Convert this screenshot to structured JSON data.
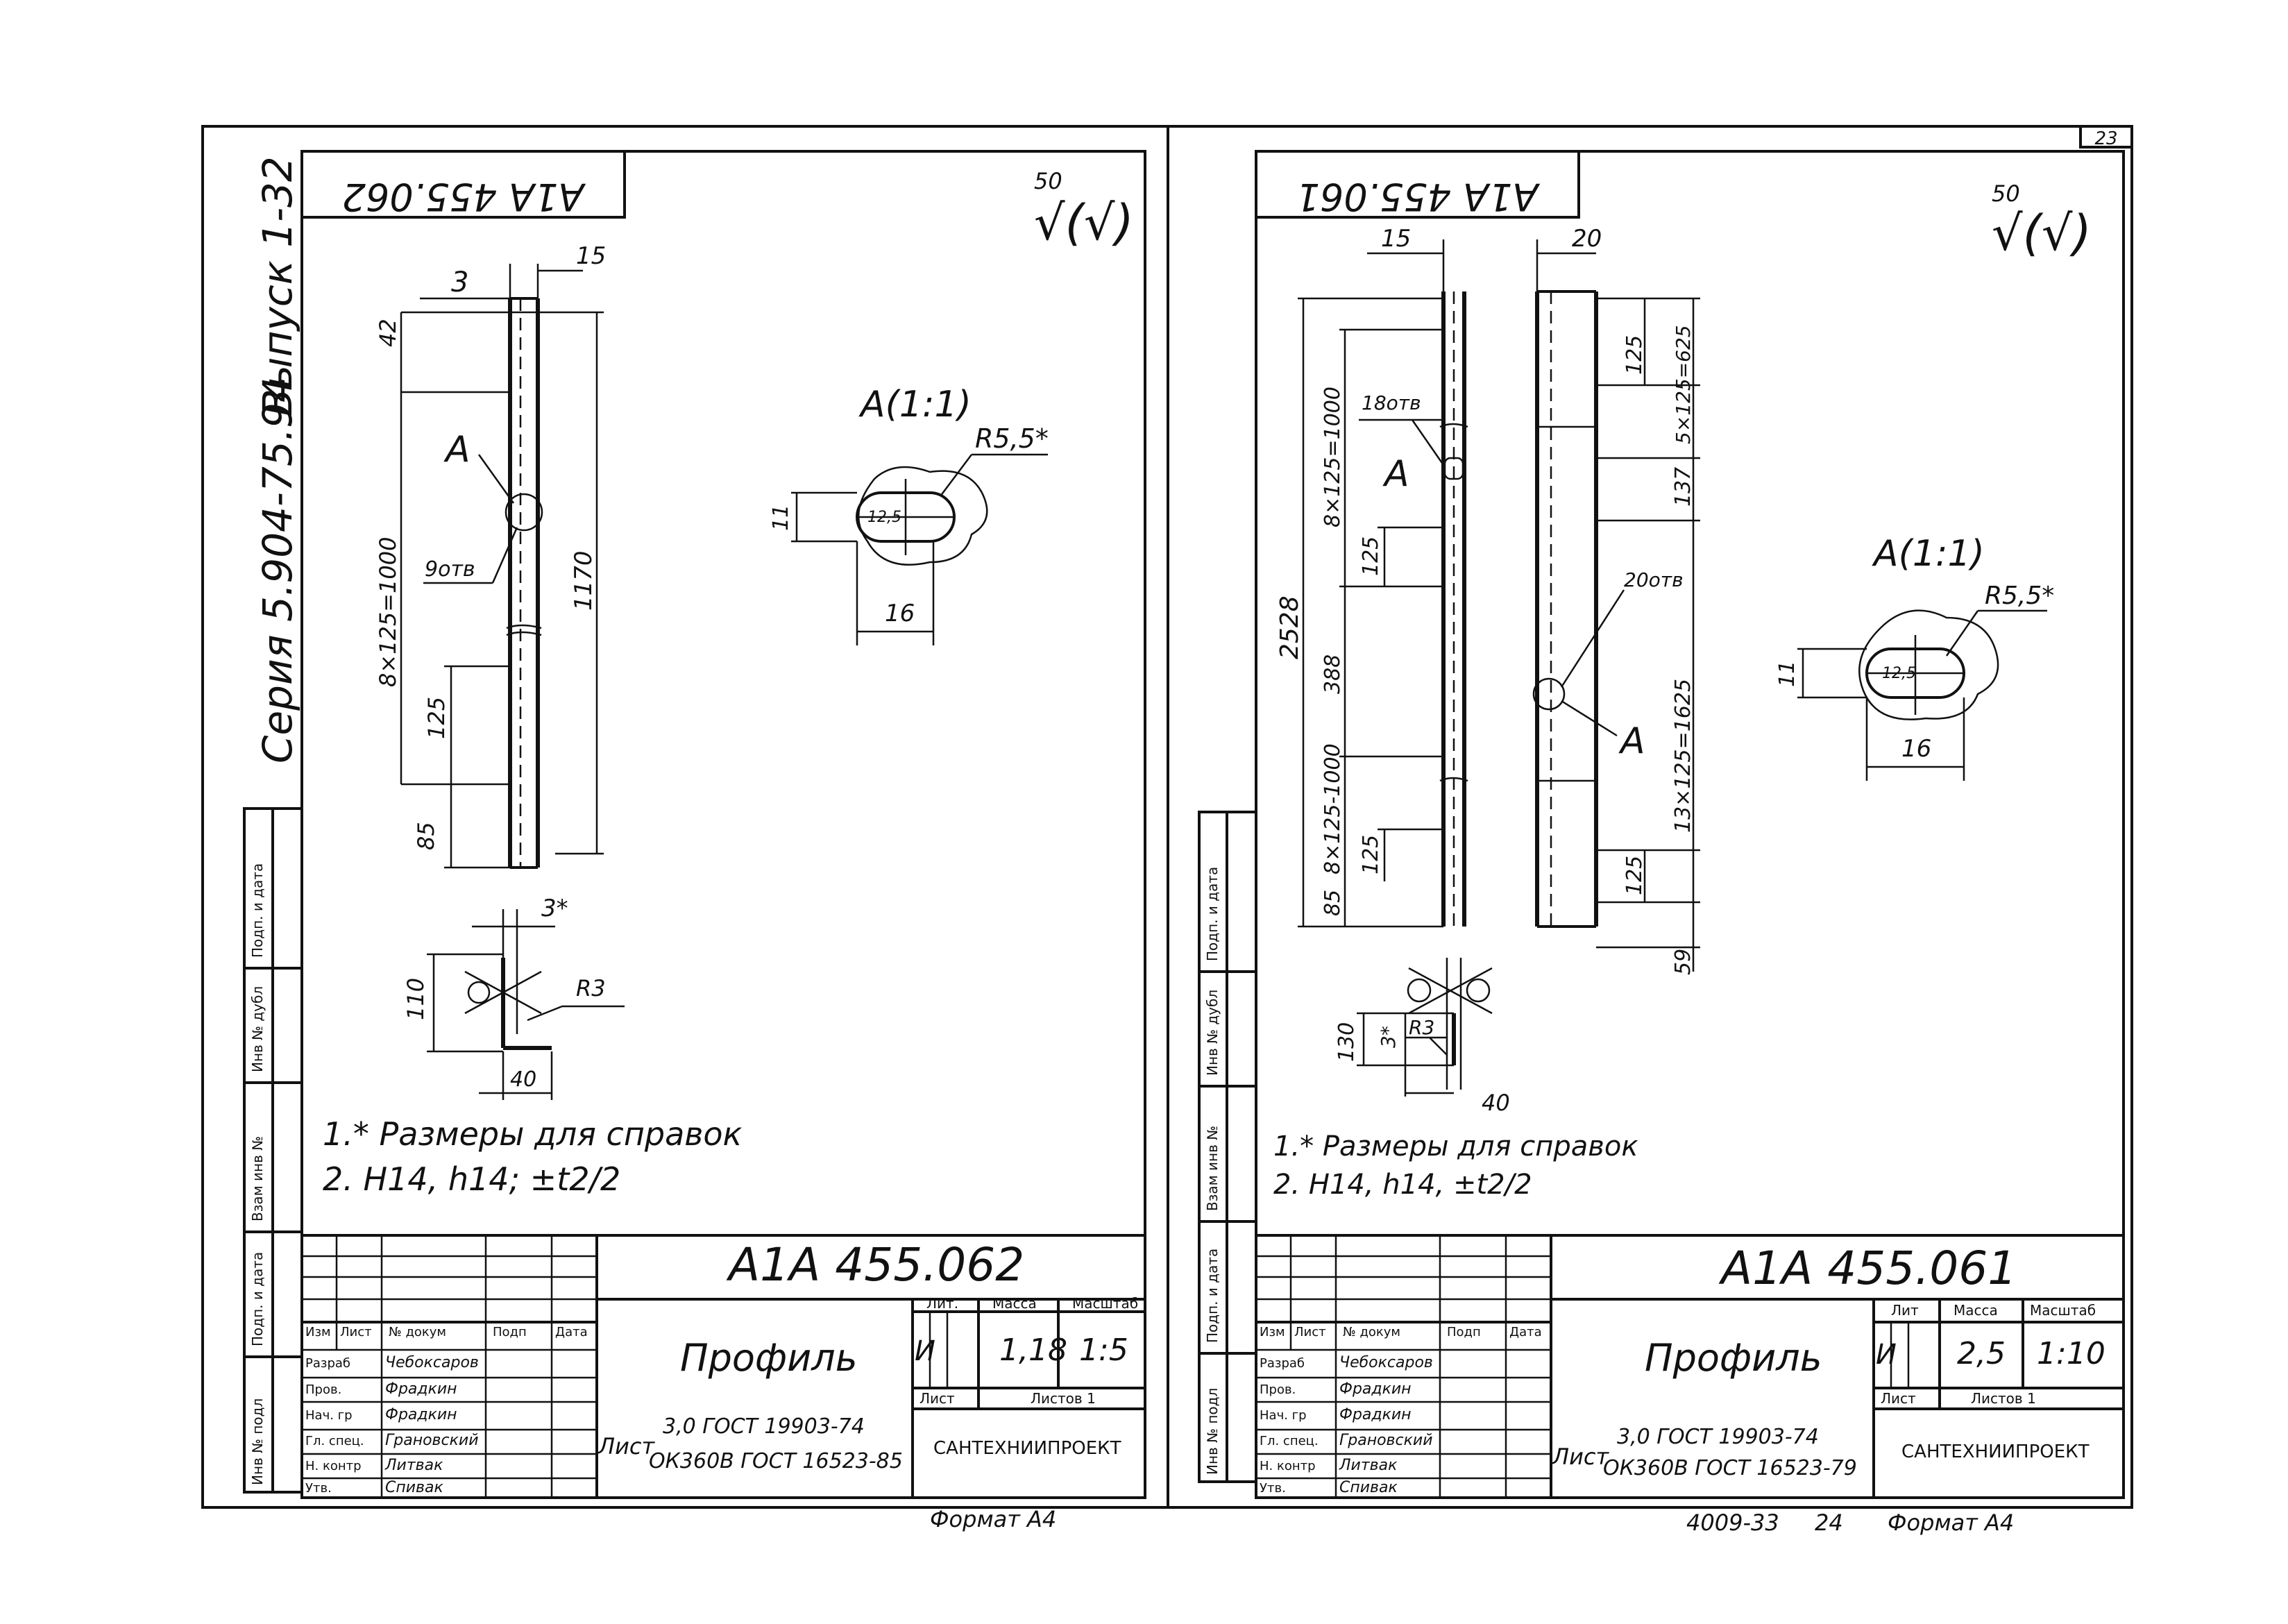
{
  "page": {
    "sheet_number": "23",
    "series_label": "Серия 5.904-75.94",
    "issue_label": "Выпуск 1-32",
    "side_columns": [
      "Подп. и дата",
      "Инв № дубл",
      "Взам инв №",
      "Подп. и дата",
      "Инв № подл"
    ],
    "footer_left": "Формат А4",
    "footer_right_num": "4009-33",
    "footer_right_mid": "24",
    "footer_right_fmt": "Формат А4"
  },
  "sheets": [
    {
      "rot_code": "А1А 455.062",
      "roughness": "50",
      "roughness_check": "√(√)",
      "detail_view": "А(1:1)",
      "detail_radius": "R5,5*",
      "detail_height": "11",
      "detail_hole": "12,5",
      "detail_width": "16",
      "dim_top_small": "3",
      "dim_top_right": "15",
      "dim_42": "42",
      "dim_pitch": "8×125=1000",
      "dim_total": "1170",
      "dim_125": "125",
      "dim_85": "85",
      "label_A": "А",
      "holes": "9отв",
      "section_3": "3*",
      "section_110": "110",
      "section_R3": "R3",
      "section_40": "40",
      "note1": "1.* Размеры для справок",
      "note2": "2. Н14, h14; ±t2/2",
      "title_code": "А1А 455.062",
      "title_name": "Профиль",
      "lit": "И",
      "mass": "1,18",
      "scale": "1:5",
      "mass_h": "Масса",
      "lit_h": "Лит.",
      "scale_h": "Масштаб",
      "sheet_h": "Лист",
      "sheets_h": "Листов 1",
      "material1": "3,0 ГОСТ 19903-74",
      "material2": "ОК360В ГОСТ 16523-85",
      "material_prefix": "Лист",
      "org": "САНТЕХНИИПРОЕКТ",
      "roles": [
        "Изм",
        "Лист",
        "№ докум",
        "Подп",
        "Дата"
      ],
      "staff": [
        {
          "role": "Разраб",
          "name": "Чебоксаров"
        },
        {
          "role": "Пров.",
          "name": "Фрадкин"
        },
        {
          "role": "Нач. гр",
          "name": "Фрадкин"
        },
        {
          "role": "Гл. спец.",
          "name": "Грановский"
        },
        {
          "role": "Н. контр",
          "name": "Литвак"
        },
        {
          "role": "Утв.",
          "name": "Спивак"
        }
      ]
    },
    {
      "rot_code": "А1А 455.061",
      "roughness": "50",
      "roughness_check": "√(√)",
      "detail_view": "А(1:1)",
      "detail_radius": "R5,5*",
      "detail_height": "11",
      "detail_hole": "12,5",
      "detail_width": "16",
      "dim_15": "15",
      "dim_20": "20",
      "dim_total": "2528",
      "holes18": "18отв",
      "holes20": "20отв",
      "dim_pitch_a": "8×125=1000",
      "dim_pitch_b": "8×125-1000",
      "dim_125a": "125",
      "dim_388": "388",
      "dim_125b": "125",
      "dim_85": "85",
      "r_125a": "125",
      "r_5x": "5×125=625",
      "r_137": "137",
      "r_13x": "13×125=1625",
      "r_125b": "125",
      "r_59": "59",
      "label_A": "А",
      "section_3": "3*",
      "section_130": "130",
      "section_R3": "R3",
      "section_40": "40",
      "note1": "1.* Размеры для справок",
      "note2": "2. Н14, h14, ±t2/2",
      "title_code": "А1А 455.061",
      "title_name": "Профиль",
      "lit": "И",
      "mass": "2,5",
      "scale": "1:10",
      "mass_h": "Масса",
      "lit_h": "Лит",
      "scale_h": "Масштаб",
      "sheet_h": "Лист",
      "sheets_h": "Листов 1",
      "material1": "3,0 ГОСТ 19903-74",
      "material2": "ОК360В ГОСТ 16523-79",
      "material_prefix": "Лист",
      "org": "САНТЕХНИИПРОЕКТ",
      "roles": [
        "Изм",
        "Лист",
        "№ докум",
        "Подп",
        "Дата"
      ],
      "staff": [
        {
          "role": "Разраб",
          "name": "Чебоксаров"
        },
        {
          "role": "Пров.",
          "name": "Фрадкин"
        },
        {
          "role": "Нач. гр",
          "name": "Фрадкин"
        },
        {
          "role": "Гл. спец.",
          "name": "Грановский"
        },
        {
          "role": "Н. контр",
          "name": "Литвак"
        },
        {
          "role": "Утв.",
          "name": "Спивак"
        }
      ]
    }
  ]
}
